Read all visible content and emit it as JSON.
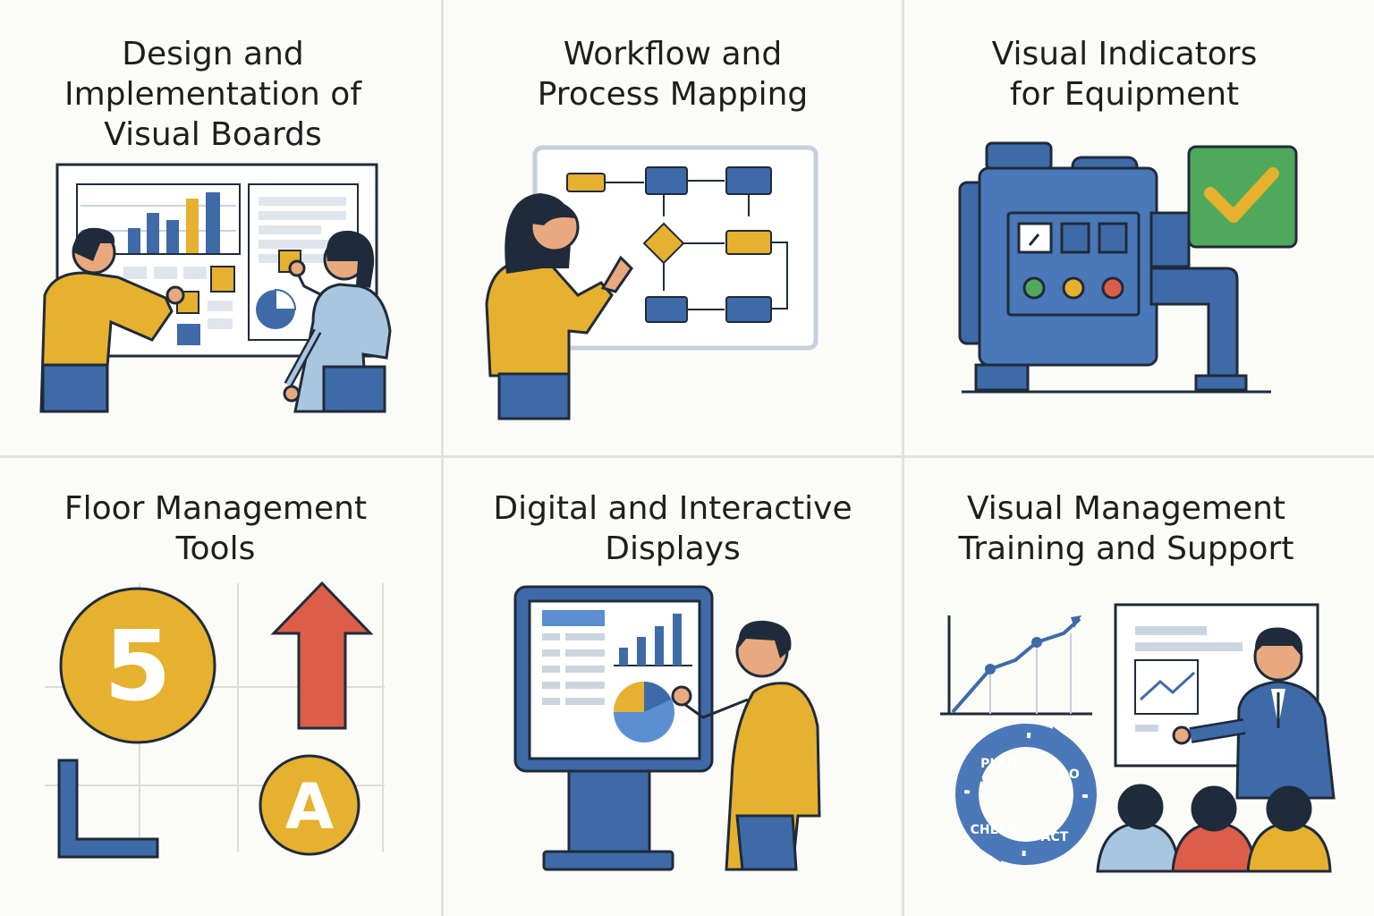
{
  "colors": {
    "background": "#fbfbf8",
    "outline": "#1f2b3a",
    "blue": "#3f6aa8",
    "light_blue": "#a9c6e0",
    "yellow": "#e6b12e",
    "red": "#dc5e49",
    "green": "#4fa85b"
  },
  "panels": [
    {
      "title_lines": [
        "Design and",
        "Implementation of",
        "Visual Boards"
      ]
    },
    {
      "title_lines": [
        "Workflow and",
        "Process Mapping"
      ]
    },
    {
      "title_lines": [
        "Visual Indicators",
        "for Equipment"
      ]
    },
    {
      "title_lines": [
        "Floor Management",
        "Tools"
      ]
    },
    {
      "title_lines": [
        "Digital and Interactive",
        "Displays"
      ]
    },
    {
      "title_lines": [
        "Visual Management",
        "Training and Support"
      ]
    }
  ],
  "floor_tools": {
    "number_marker": "5",
    "letter_marker": "A",
    "arrow_direction": "up"
  },
  "pdca_cycle": {
    "steps": [
      "PLAN",
      "DO",
      "ACT",
      "CHECK"
    ]
  },
  "icons": [
    "check-icon",
    "up-arrow-icon",
    "floor-corner-marker-icon",
    "pie-chart-icon",
    "bar-chart-icon",
    "flowchart-icon",
    "machine-icon",
    "pdca-cycle-icon",
    "line-chart-icon"
  ]
}
